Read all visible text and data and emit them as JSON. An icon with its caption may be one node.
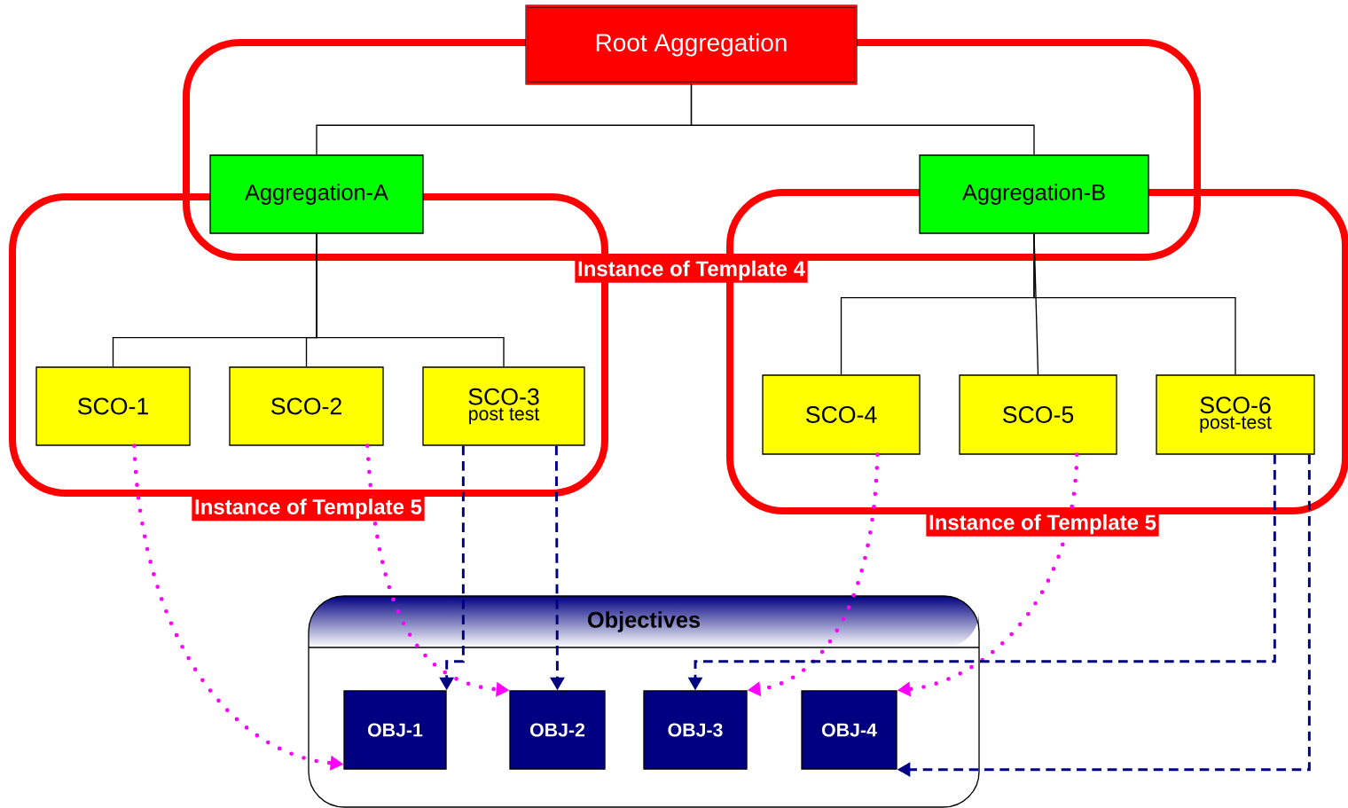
{
  "diagram": {
    "nodes": [
      {
        "text": [
          "Root Aggregation"
        ]
      },
      {
        "text": [
          "Aggregation-A"
        ]
      },
      {
        "text": [
          "Aggregation-B"
        ]
      },
      {
        "text": [
          "SCO-1"
        ]
      },
      {
        "text": [
          "SCO-2"
        ]
      },
      {
        "text": [
          "SCO-3",
          "post test"
        ]
      },
      {
        "text": [
          "SCO-4"
        ]
      },
      {
        "text": [
          "SCO-5"
        ]
      },
      {
        "text": [
          "SCO-6",
          "post-test"
        ]
      },
      {
        "text": [
          "Objectives"
        ]
      },
      {
        "text": [
          "OBJ-1"
        ],
        "in": 9
      },
      {
        "text": [
          "OBJ-2"
        ],
        "in": 9
      },
      {
        "text": [
          "OBJ-3"
        ],
        "in": 9
      },
      {
        "text": [
          "OBJ-4"
        ],
        "in": 9
      }
    ],
    "labels": [
      "Instance of Template 4",
      "Instance of Template 5",
      "Instance of Template 5"
    ],
    "edges": [
      {
        "from": 0,
        "to": 1,
        "arrow": "none"
      },
      {
        "from": 0,
        "to": 2,
        "arrow": "none"
      },
      {
        "from": 1,
        "to": 3,
        "arrow": "none"
      },
      {
        "from": 1,
        "to": 4,
        "arrow": "none"
      },
      {
        "from": 1,
        "to": 5,
        "arrow": "none"
      },
      {
        "from": 2,
        "to": 6,
        "arrow": "none"
      },
      {
        "from": 2,
        "to": 7,
        "arrow": "none"
      },
      {
        "from": 2,
        "to": 8,
        "arrow": "none"
      },
      {
        "from": 3,
        "to": 10,
        "arrow": "to",
        "style": "dashed",
        "color": "#ff00ff"
      },
      {
        "from": 4,
        "to": 11,
        "arrow": "to",
        "style": "dashed",
        "color": "#ff00ff"
      },
      {
        "from": 6,
        "to": 12,
        "arrow": "to",
        "style": "dashed",
        "color": "#ff00ff"
      },
      {
        "from": 7,
        "to": 13,
        "arrow": "to",
        "style": "dashed",
        "color": "#ff00ff"
      },
      {
        "from": 5,
        "to": 10,
        "arrow": "to",
        "style": "dashed",
        "color": "#000080"
      },
      {
        "from": 5,
        "to": 11,
        "arrow": "to",
        "style": "dashed",
        "color": "#000080"
      },
      {
        "from": 8,
        "to": 12,
        "arrow": "to",
        "style": "dashed",
        "color": "#000080"
      },
      {
        "from": 8,
        "to": 13,
        "arrow": "to",
        "style": "dashed",
        "color": "#000080"
      }
    ]
  }
}
